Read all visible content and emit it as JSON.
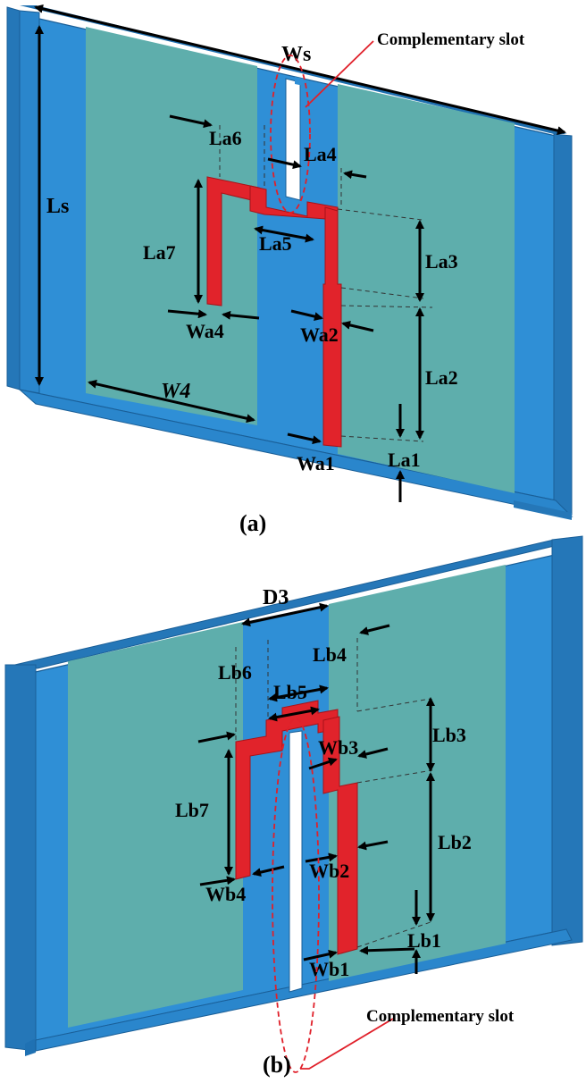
{
  "colors": {
    "substrate": "#2f8fd6",
    "substrate_edge": "#1e6fb0",
    "substrate_dark": "#1f71b3",
    "ground": "#5eaeac",
    "antenna": "#e1232b",
    "slot_outline": "#e0202a"
  },
  "panel_a": {
    "caption": "(a)",
    "annotation": "Complementary slot",
    "labels": {
      "Ws": "Ws",
      "Ls": "Ls",
      "W4": "W4",
      "La1": "La1",
      "La2": "La2",
      "La3": "La3",
      "La4": "La4",
      "La5": "La5",
      "La6": "La6",
      "La7": "La7",
      "Wa1": "Wa1",
      "Wa2": "Wa2",
      "Wa4": "Wa4"
    }
  },
  "panel_b": {
    "caption": "(b)",
    "annotation": "Complementary slot",
    "labels": {
      "D3": "D3",
      "Lb1": "Lb1",
      "Lb2": "Lb2",
      "Lb3": "Lb3",
      "Lb4": "Lb4",
      "Lb5": "Lb5",
      "Lb6": "Lb6",
      "Lb7": "Lb7",
      "Wb1": "Wb1",
      "Wb2": "Wb2",
      "Wb3": "Wb3",
      "Wb4": "Wb4"
    }
  }
}
